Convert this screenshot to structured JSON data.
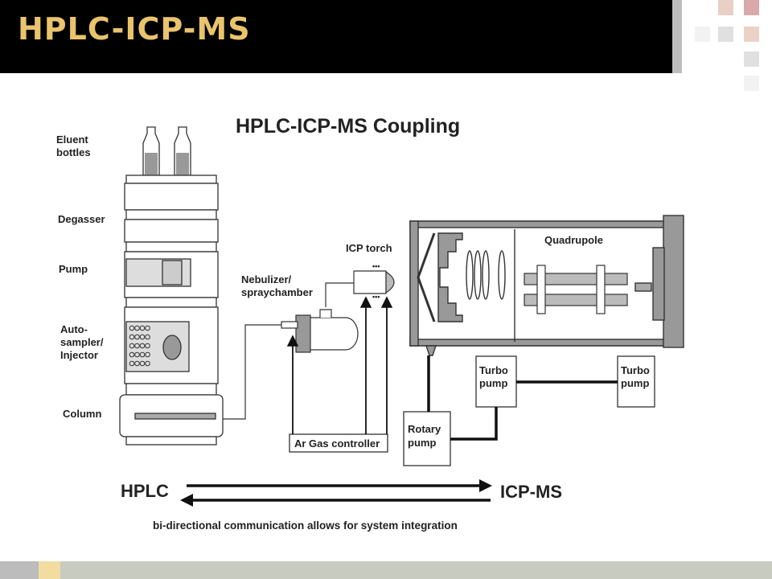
{
  "slide": {
    "title": "HPLC-ICP-MS",
    "colors": {
      "title": "#e9c46c",
      "titlebar": "#000000",
      "footer_accent": "#f2dca0",
      "footer": "#c8ccc0"
    }
  },
  "diagram": {
    "title": "HPLC-ICP-MS Coupling",
    "hplc_labels": {
      "eluent": [
        "Eluent",
        "bottles"
      ],
      "degasser": "Degasser",
      "pump": "Pump",
      "autosampler": [
        "Auto-",
        "sampler/",
        "Injector"
      ],
      "column": "Column"
    },
    "icp_labels": {
      "nebulizer": [
        "Nebulizer/",
        "spraychamber"
      ],
      "torch": "ICP torch",
      "quadrupole": "Quadrupole",
      "turbo1": [
        "Turbo",
        "pump"
      ],
      "turbo2": [
        "Turbo",
        "pump"
      ],
      "rotary": [
        "Rotary",
        "pump"
      ],
      "gas": "Ar Gas controller"
    },
    "communication": {
      "left": "HPLC",
      "right": "ICP-MS",
      "caption": "bi-directional communication allows for system integration"
    }
  }
}
